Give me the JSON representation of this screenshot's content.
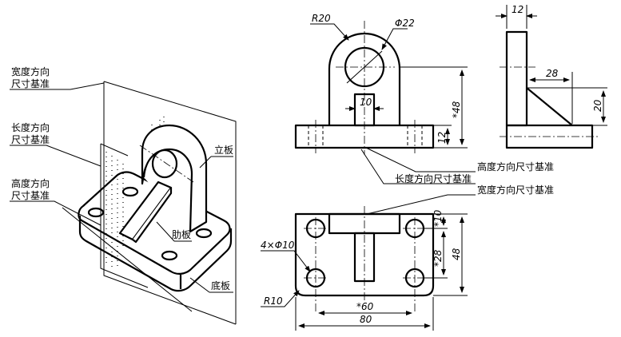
{
  "isometric": {
    "labels": {
      "width_datum": [
        "宽度方向",
        "尺寸基准"
      ],
      "length_datum": [
        "长度方向",
        "尺寸基准"
      ],
      "height_datum": [
        "高度方向",
        "尺寸基准"
      ],
      "upright": "立板",
      "rib": "肋板",
      "base": "底板"
    }
  },
  "front_view": {
    "dims": {
      "radius": "R20",
      "diameter": "Φ22",
      "rib_width": "10",
      "height": "*48",
      "base_height": "12"
    },
    "labels": {
      "height_datum": "高度方向尺寸基准",
      "length_datum": "长度方向尺寸基准"
    }
  },
  "side_view": {
    "dims": {
      "thickness": "12",
      "rib_length": "28",
      "rib_height": "20"
    }
  },
  "top_view": {
    "dims": {
      "holes": "4×Φ10",
      "corner_radius": "R10",
      "hole_offset": "*10",
      "hole_spacing_y": "*28",
      "width": "48",
      "hole_spacing_x": "*60",
      "length": "80"
    },
    "labels": {
      "width_datum": "宽度方向尺寸基准"
    }
  }
}
